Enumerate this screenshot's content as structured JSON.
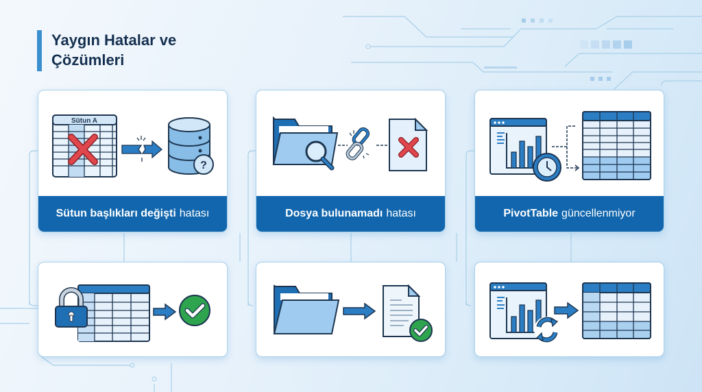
{
  "page": {
    "title": "Yaygın Hatalar ve Çözümleri"
  },
  "colors": {
    "accent_bar": "#3a8fce",
    "label_bar": "#1166ad",
    "title_text": "#15304f",
    "icon_blue": "#1f6fb5",
    "icon_light": "#bcdcf3",
    "error_red": "#e0474c",
    "success_green": "#2ea44f"
  },
  "problems": [
    {
      "label_bold": "Sütun başlıkları değişti",
      "label_normal": "hatası",
      "illustration": {
        "table_header": "Sütun A",
        "icons": [
          "table-with-red-x-icon",
          "broken-arrow-icon",
          "database-question-icon"
        ]
      }
    },
    {
      "label_bold": "Dosya bulunamadı",
      "label_normal": "hatası",
      "illustration": {
        "icons": [
          "folder-magnifier-icon",
          "broken-link-icon",
          "file-red-x-icon"
        ]
      }
    },
    {
      "label_bold": "PivotTable",
      "label_normal": "güncellenmiyor",
      "illustration": {
        "icons": [
          "chart-window-clock-icon",
          "dashed-arrow-icon",
          "table-icon"
        ]
      }
    }
  ],
  "solutions": [
    {
      "icons": [
        "locked-table-icon",
        "arrow-right-icon",
        "green-check-icon"
      ]
    },
    {
      "icons": [
        "open-folder-icon",
        "arrow-right-icon",
        "document-check-icon"
      ]
    },
    {
      "icons": [
        "chart-window-refresh-icon",
        "arrow-right-icon",
        "table-icon"
      ]
    }
  ]
}
